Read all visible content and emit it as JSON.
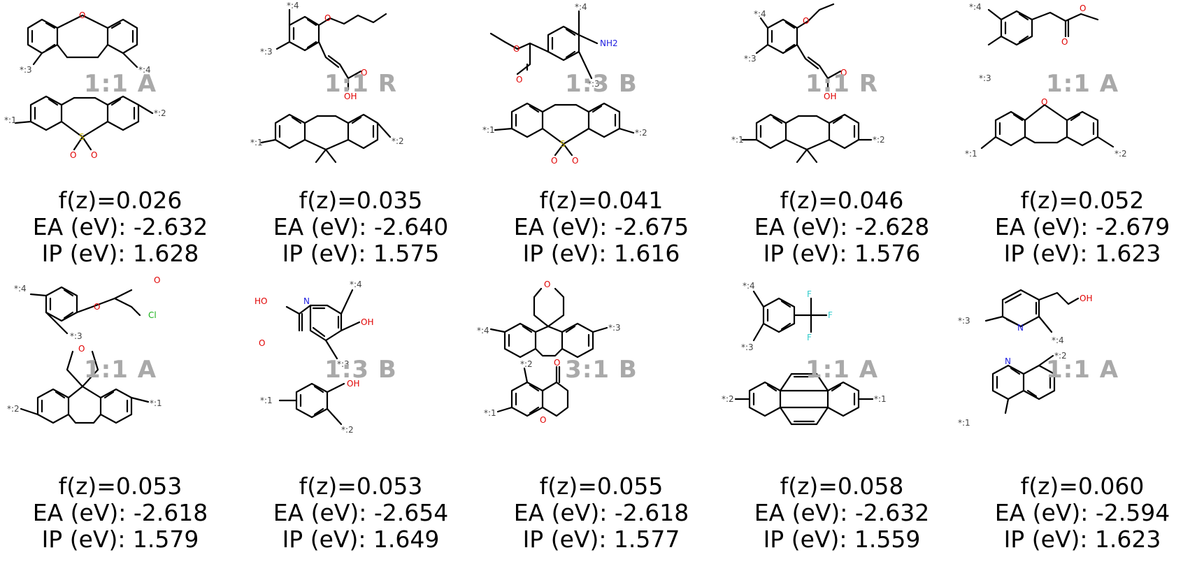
{
  "items": [
    {
      "ratio": "1:1 A",
      "fz": "f(z)=0.026",
      "ea": "EA (eV): -2.632",
      "ip": "IP (eV): 1.628"
    },
    {
      "ratio": "1:1 R",
      "fz": "f(z)=0.035",
      "ea": "EA (eV): -2.640",
      "ip": "IP (eV): 1.575"
    },
    {
      "ratio": "1:3 B",
      "fz": "f(z)=0.041",
      "ea": "EA (eV): -2.675",
      "ip": "IP (eV): 1.616"
    },
    {
      "ratio": "1:1 R",
      "fz": "f(z)=0.046",
      "ea": "EA (eV): -2.628",
      "ip": "IP (eV): 1.576"
    },
    {
      "ratio": "1:1 A",
      "fz": "f(z)=0.052",
      "ea": "EA (eV): -2.679",
      "ip": "IP (eV): 1.623"
    },
    {
      "ratio": "1:1 A",
      "fz": "f(z)=0.053",
      "ea": "EA (eV): -2.618",
      "ip": "IP (eV): 1.579"
    },
    {
      "ratio": "1:3 B",
      "fz": "f(z)=0.053",
      "ea": "EA (eV): -2.654",
      "ip": "IP (eV): 1.649"
    },
    {
      "ratio": "3:1 B",
      "fz": "f(z)=0.055",
      "ea": "EA (eV): -2.618",
      "ip": "IP (eV): 1.577"
    },
    {
      "ratio": "1:1 A",
      "fz": "f(z)=0.058",
      "ea": "EA (eV): -2.632",
      "ip": "IP (eV): 1.559"
    },
    {
      "ratio": "1:1 A",
      "fz": "f(z)=0.060",
      "ea": "EA (eV): -2.594",
      "ip": "IP (eV): 1.623"
    }
  ],
  "atoms": {
    "o": "O",
    "s": "S",
    "n": "N",
    "oh": "OH",
    "ho": "HO",
    "nh2": "NH2",
    "cl": "Cl",
    "f": "F",
    "a1": "*:1",
    "a2": "*:2",
    "a3": "*:3",
    "a4": "*:4"
  },
  "colors": {
    "oxygen": "#e00000",
    "nitrogen": "#2020e0",
    "chlorine": "#18b018",
    "sulfur": "#c8b400",
    "fluorine": "#33cccc",
    "ratio_label": "#a9a9a9"
  }
}
